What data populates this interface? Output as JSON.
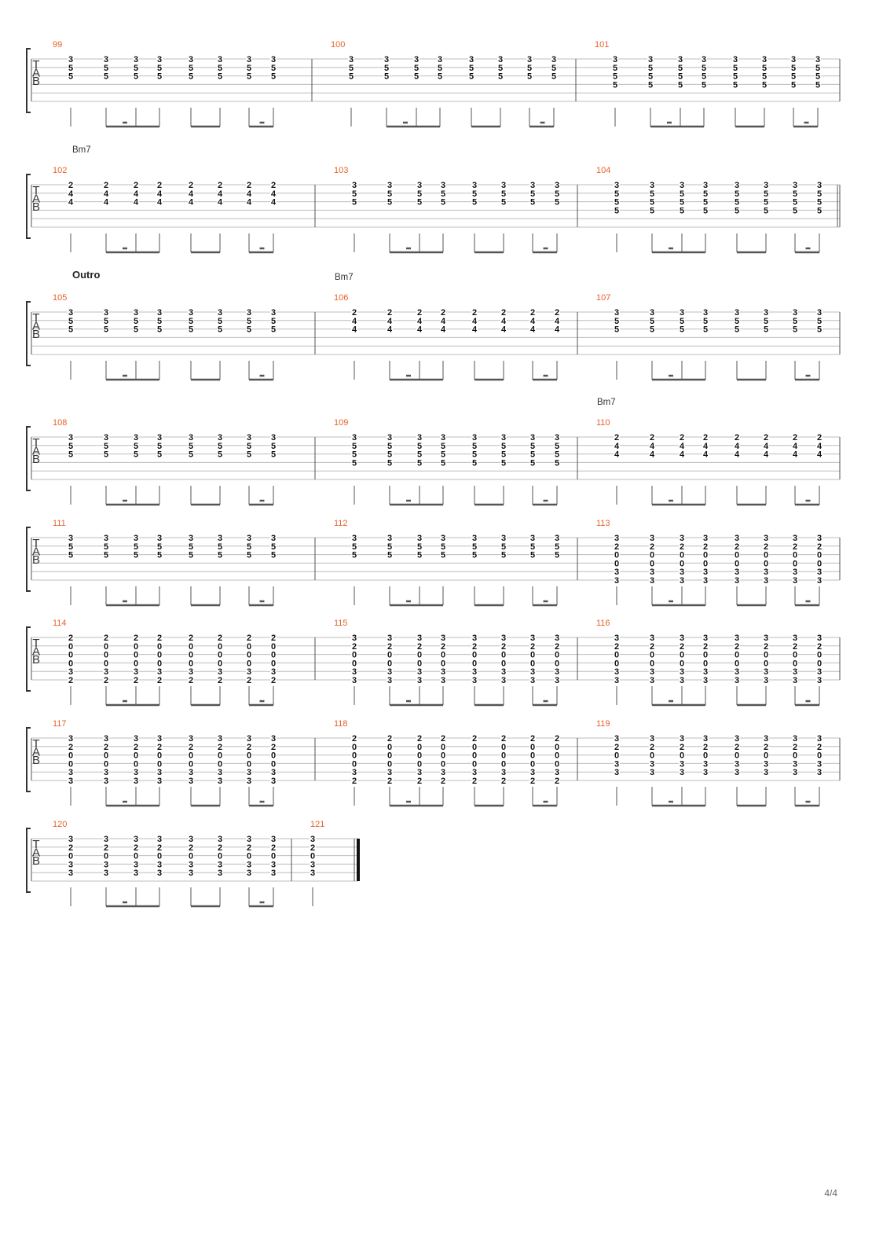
{
  "page_number": "4/4",
  "chords": {
    "A": [
      3,
      5,
      5,
      null,
      null,
      null
    ],
    "B": [
      2,
      4,
      4,
      null,
      null,
      null
    ],
    "C": [
      3,
      5,
      5,
      5,
      null,
      null
    ],
    "D": [
      3,
      2,
      0,
      0,
      3,
      3
    ],
    "E": [
      2,
      0,
      0,
      0,
      3,
      2
    ],
    "F": [
      3,
      2,
      0,
      0,
      3,
      3
    ],
    "G": [
      2,
      0,
      0,
      0,
      3,
      2
    ],
    "H": [
      3,
      2,
      0,
      3,
      3,
      null
    ]
  },
  "systems": [
    {
      "measures": [
        {
          "number": "99",
          "chord": "A"
        },
        {
          "number": "100",
          "chord": "A"
        },
        {
          "number": "101",
          "chord": "C"
        }
      ]
    },
    {
      "measures": [
        {
          "number": "102",
          "chord": "B",
          "label": "Bm7"
        },
        {
          "number": "103",
          "chord": "A"
        },
        {
          "number": "104",
          "chord": "C",
          "double_bar": true
        }
      ]
    },
    {
      "section": "Outro",
      "measures": [
        {
          "number": "105",
          "chord": "A"
        },
        {
          "number": "106",
          "chord": "B",
          "label": "Bm7"
        },
        {
          "number": "107",
          "chord": "A"
        }
      ]
    },
    {
      "measures": [
        {
          "number": "108",
          "chord": "A"
        },
        {
          "number": "109",
          "chord": "C"
        },
        {
          "number": "110",
          "chord": "B",
          "label": "Bm7"
        }
      ]
    },
    {
      "measures": [
        {
          "number": "111",
          "chord": "A"
        },
        {
          "number": "112",
          "chord": "A"
        },
        {
          "number": "113",
          "chord": "D"
        }
      ]
    },
    {
      "measures": [
        {
          "number": "114",
          "chord": "E"
        },
        {
          "number": "115",
          "chord": "D"
        },
        {
          "number": "116",
          "chord": "D"
        }
      ]
    },
    {
      "measures": [
        {
          "number": "117",
          "chord": "D"
        },
        {
          "number": "118",
          "chord": "E"
        },
        {
          "number": "119",
          "chord": "H"
        }
      ]
    },
    {
      "measures": [
        {
          "number": "120",
          "chord": "H"
        },
        {
          "number": "121",
          "chord": "H",
          "single": true,
          "final": true
        }
      ]
    }
  ]
}
